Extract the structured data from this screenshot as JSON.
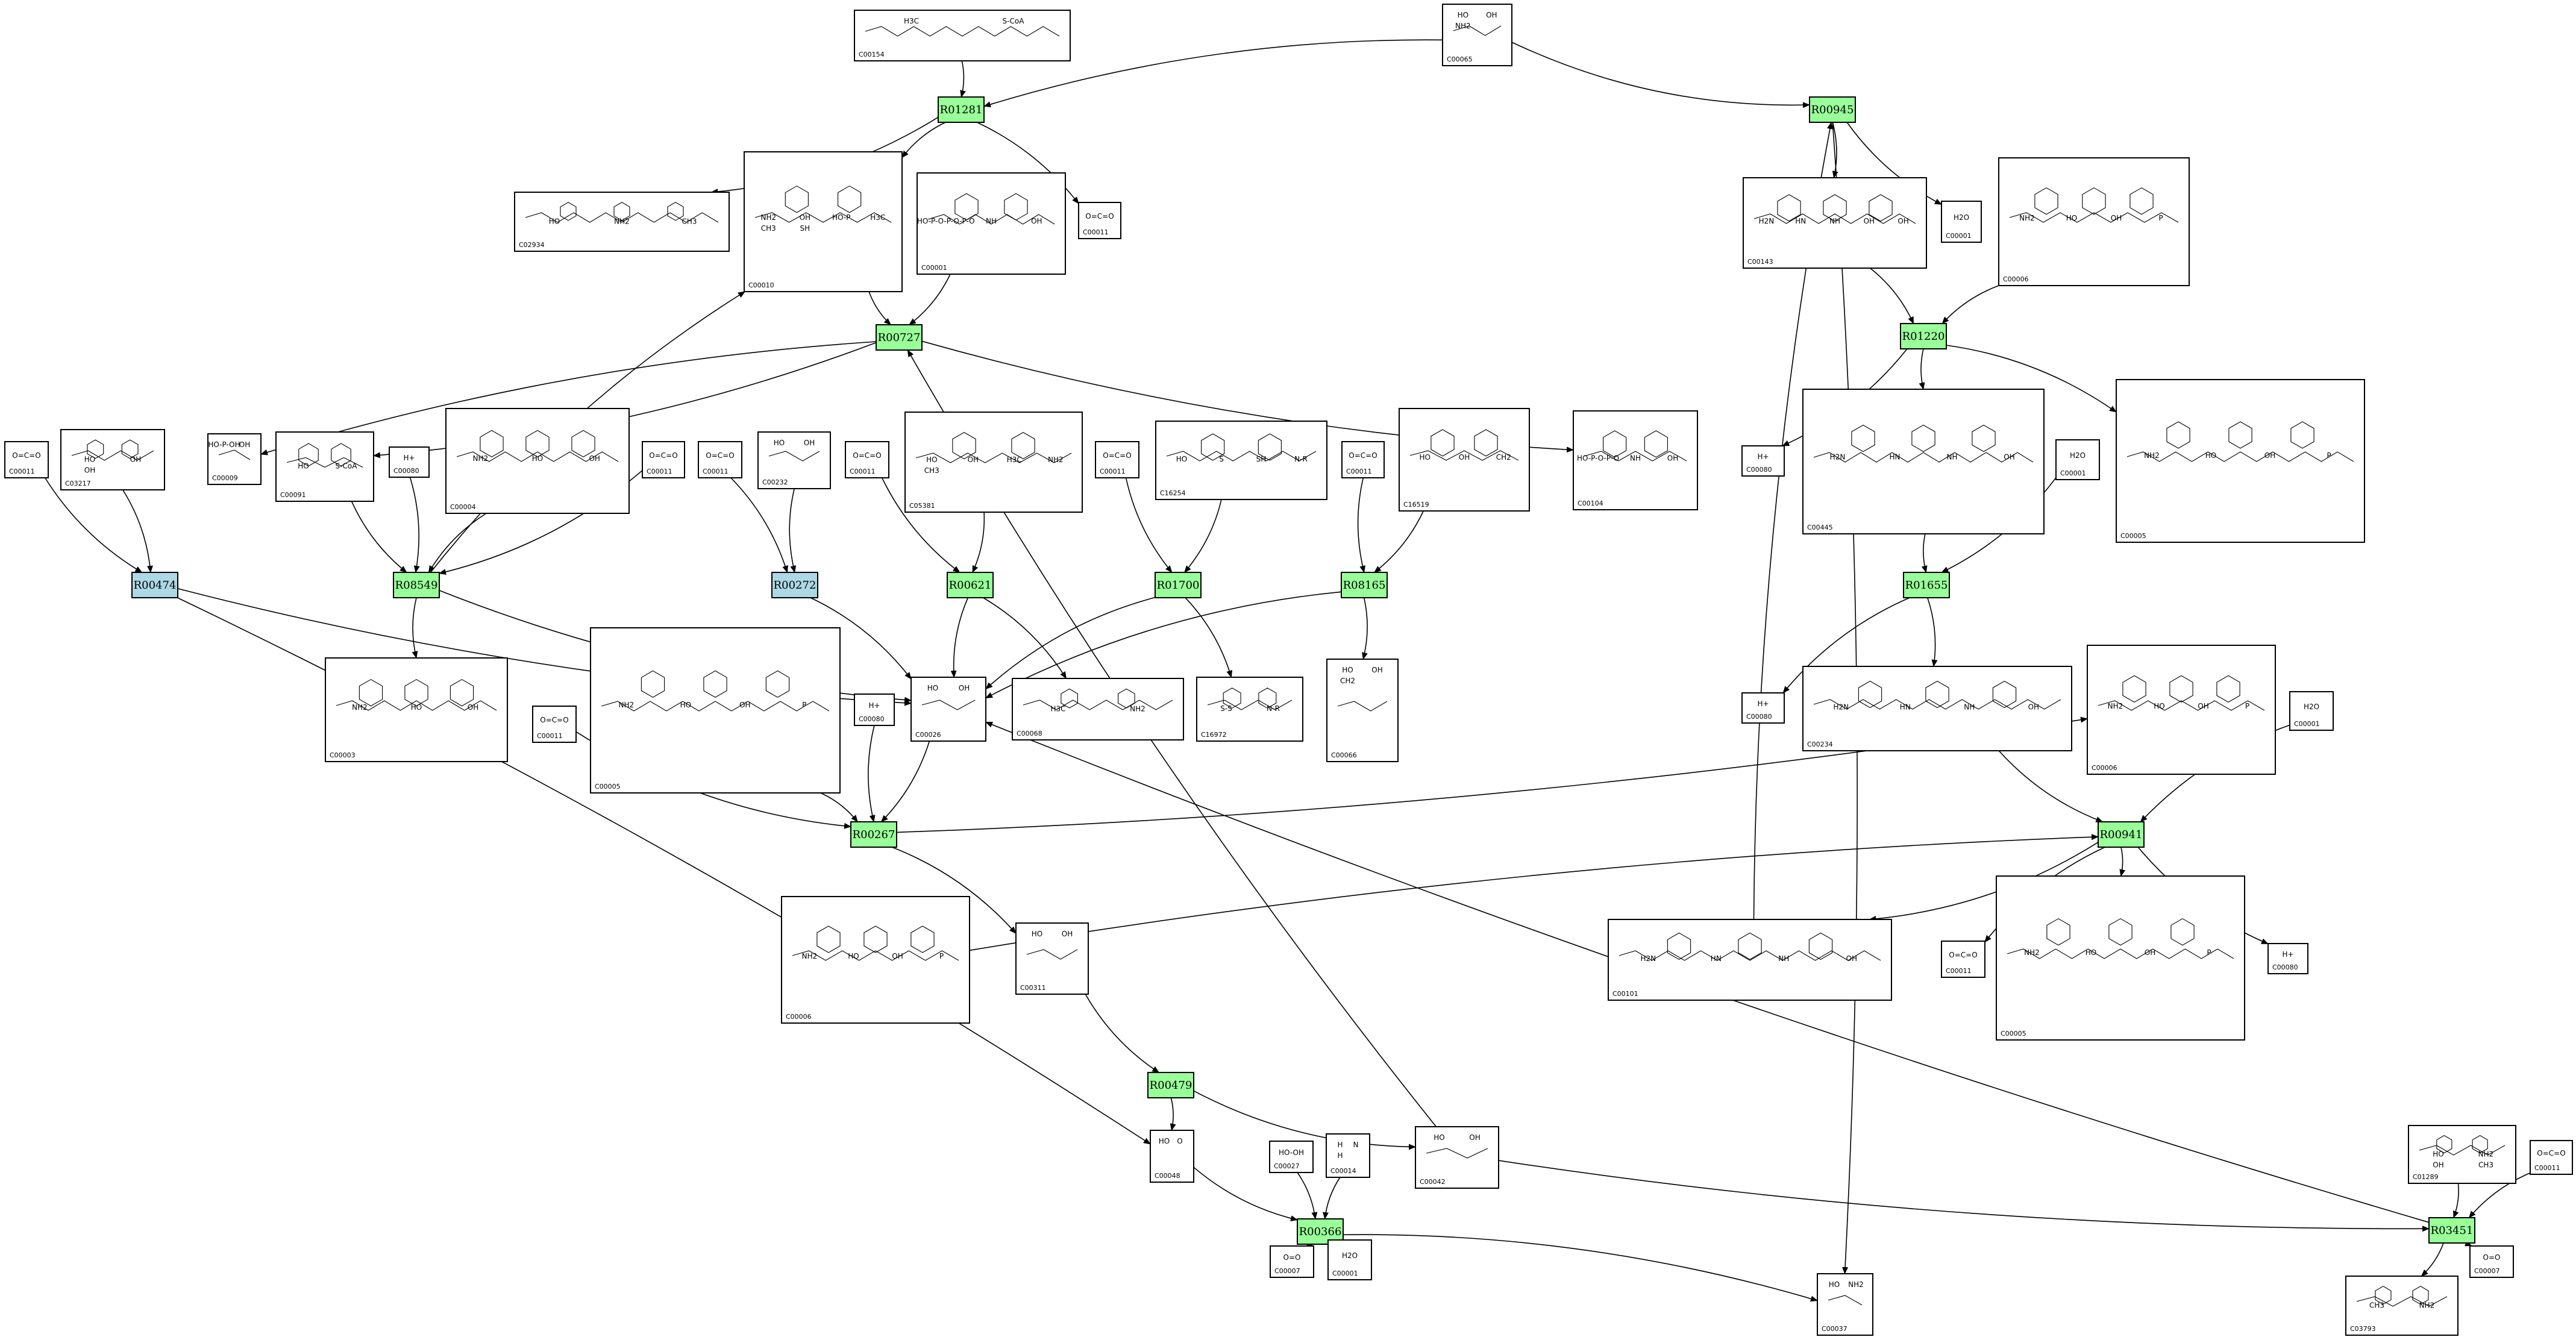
{
  "colors": {
    "reaction_green": "#99ff99",
    "reaction_blue": "#add8e6",
    "compound_border": "#000000",
    "background": "#ffffff"
  },
  "reactions": [
    {
      "id": "R01281",
      "label": "R01281",
      "kind": "green"
    },
    {
      "id": "R00945",
      "label": "R00945",
      "kind": "green"
    },
    {
      "id": "R00727",
      "label": "R00727",
      "kind": "green"
    },
    {
      "id": "R01220",
      "label": "R01220",
      "kind": "green"
    },
    {
      "id": "R00474",
      "label": "R00474",
      "kind": "blue"
    },
    {
      "id": "R08549",
      "label": "R08549",
      "kind": "green"
    },
    {
      "id": "R00272",
      "label": "R00272",
      "kind": "blue"
    },
    {
      "id": "R00621",
      "label": "R00621",
      "kind": "green"
    },
    {
      "id": "R01700",
      "label": "R01700",
      "kind": "green"
    },
    {
      "id": "R08165",
      "label": "R08165",
      "kind": "green"
    },
    {
      "id": "R01655",
      "label": "R01655",
      "kind": "green"
    },
    {
      "id": "R00941",
      "label": "R00941",
      "kind": "green"
    },
    {
      "id": "R00267",
      "label": "R00267",
      "kind": "green"
    },
    {
      "id": "R00479",
      "label": "R00479",
      "kind": "green"
    },
    {
      "id": "R00366",
      "label": "R00366",
      "kind": "green"
    },
    {
      "id": "R03451",
      "label": "R03451",
      "kind": "green"
    }
  ],
  "compounds": [
    {
      "id": "C00154",
      "label": "C00154",
      "text": [
        "H3C",
        "S-CoA"
      ]
    },
    {
      "id": "C00065",
      "label": "C00065",
      "text": [
        "HO",
        "OH",
        "NH2"
      ]
    },
    {
      "id": "C02934",
      "label": "C02934",
      "text": [
        "HO",
        "NH2",
        "CH3"
      ]
    },
    {
      "id": "C00010",
      "label": "C00010",
      "text": [
        "NH2",
        "OH",
        "HO-P",
        "H3C",
        "CH3",
        "SH"
      ]
    },
    {
      "id": "C00001a",
      "label": "C00001",
      "text": [
        "HO-P-O-P-O-P-O",
        "NH",
        "OH"
      ]
    },
    {
      "id": "C00011a",
      "label": "C00011",
      "text": [
        "O=C=O"
      ]
    },
    {
      "id": "C00143",
      "label": "C00143",
      "text": [
        "H2N",
        "HN",
        "NH",
        "OH",
        "OH"
      ]
    },
    {
      "id": "C00001b",
      "label": "C00001",
      "text": [
        "H2O"
      ]
    },
    {
      "id": "C00006a",
      "label": "C00006",
      "text": [
        "NH2",
        "HO",
        "OH",
        "P"
      ]
    },
    {
      "id": "C00011b",
      "label": "C00011",
      "text": [
        "O=C=O"
      ]
    },
    {
      "id": "C03217",
      "label": "C03217",
      "text": [
        "HO",
        "OH",
        "OH"
      ]
    },
    {
      "id": "C00009",
      "label": "C00009",
      "text": [
        "HO-P-OH",
        "OH"
      ]
    },
    {
      "id": "C00091",
      "label": "C00091",
      "text": [
        "HO",
        "S-CoA"
      ]
    },
    {
      "id": "C00080a",
      "label": "C00080",
      "text": [
        "H+"
      ]
    },
    {
      "id": "C00004",
      "label": "C00004",
      "text": [
        "NH2",
        "HO",
        "OH"
      ]
    },
    {
      "id": "C00011c",
      "label": "C00011",
      "text": [
        "O=C=O"
      ]
    },
    {
      "id": "C00011d",
      "label": "C00011",
      "text": [
        "O=C=O"
      ]
    },
    {
      "id": "C00232",
      "label": "C00232",
      "text": [
        "HO",
        "OH"
      ]
    },
    {
      "id": "C00011e",
      "label": "C00011",
      "text": [
        "O=C=O"
      ]
    },
    {
      "id": "C05381",
      "label": "C05381",
      "text": [
        "HO",
        "OH",
        "H3C",
        "NH2",
        "CH3"
      ]
    },
    {
      "id": "C00011f",
      "label": "C00011",
      "text": [
        "O=C=O"
      ]
    },
    {
      "id": "C16254",
      "label": "C16254",
      "text": [
        "HO",
        "S",
        "SH",
        "N-R"
      ]
    },
    {
      "id": "C00011g",
      "label": "C00011",
      "text": [
        "O=C=O"
      ]
    },
    {
      "id": "C16519",
      "label": "C16519",
      "text": [
        "HO",
        "OH",
        "CH2"
      ]
    },
    {
      "id": "C00104",
      "label": "C00104",
      "text": [
        "HO-P-O-P-O",
        "NH",
        "OH"
      ]
    },
    {
      "id": "C00080b",
      "label": "C00080",
      "text": [
        "H+"
      ]
    },
    {
      "id": "C00445",
      "label": "C00445",
      "text": [
        "H2N",
        "HN",
        "NH",
        "OH"
      ]
    },
    {
      "id": "C00001c",
      "label": "C00001",
      "text": [
        "H2O"
      ]
    },
    {
      "id": "C00005a",
      "label": "C00005",
      "text": [
        "NH2",
        "HO",
        "OH",
        "P"
      ]
    },
    {
      "id": "C00003",
      "label": "C00003",
      "text": [
        "NH2",
        "HO",
        "OH"
      ]
    },
    {
      "id": "C00011h",
      "label": "C00011",
      "text": [
        "O=C=O"
      ]
    },
    {
      "id": "C00005b",
      "label": "C00005",
      "text": [
        "NH2",
        "HO",
        "OH",
        "P"
      ]
    },
    {
      "id": "C00080c",
      "label": "C00080",
      "text": [
        "H+"
      ]
    },
    {
      "id": "C00026",
      "label": "C00026",
      "text": [
        "HO",
        "OH"
      ]
    },
    {
      "id": "C00068",
      "label": "C00068",
      "text": [
        "H3C",
        "NH2"
      ]
    },
    {
      "id": "C16972",
      "label": "C16972",
      "text": [
        "S-S",
        "N-R"
      ]
    },
    {
      "id": "C00066",
      "label": "C00066",
      "text": [
        "HO",
        "OH",
        "CH2"
      ]
    },
    {
      "id": "C00080d",
      "label": "C00080",
      "text": [
        "H+"
      ]
    },
    {
      "id": "C00234",
      "label": "C00234",
      "text": [
        "H2N",
        "HN",
        "NH",
        "OH"
      ]
    },
    {
      "id": "C00006b",
      "label": "C00006",
      "text": [
        "NH2",
        "HO",
        "OH",
        "P"
      ]
    },
    {
      "id": "C00001d",
      "label": "C00001",
      "text": [
        "H2O"
      ]
    },
    {
      "id": "C00006c",
      "label": "C00006",
      "text": [
        "NH2",
        "HO",
        "OH",
        "P"
      ]
    },
    {
      "id": "C00311",
      "label": "C00311",
      "text": [
        "HO",
        "OH"
      ]
    },
    {
      "id": "C00101",
      "label": "C00101",
      "text": [
        "H2N",
        "HN",
        "NH",
        "OH"
      ]
    },
    {
      "id": "C00011i",
      "label": "C00011",
      "text": [
        "O=C=O"
      ]
    },
    {
      "id": "C00005c",
      "label": "C00005",
      "text": [
        "NH2",
        "HO",
        "OH",
        "P"
      ]
    },
    {
      "id": "C00080e",
      "label": "C00080",
      "text": [
        "H+"
      ]
    },
    {
      "id": "C00048",
      "label": "C00048",
      "text": [
        "HO",
        "O"
      ]
    },
    {
      "id": "C00027",
      "label": "C00027",
      "text": [
        "HO-OH"
      ]
    },
    {
      "id": "C00014",
      "label": "C00014",
      "text": [
        "H",
        "N",
        "H"
      ]
    },
    {
      "id": "C00042",
      "label": "C00042",
      "text": [
        "HO",
        "OH"
      ]
    },
    {
      "id": "C01289",
      "label": "C01289",
      "text": [
        "HO",
        "NH2",
        "OH",
        "CH3"
      ]
    },
    {
      "id": "C00011j",
      "label": "C00011",
      "text": [
        "O=C=O"
      ]
    },
    {
      "id": "C00007a",
      "label": "C00007",
      "text": [
        "O=O"
      ]
    },
    {
      "id": "C00001e",
      "label": "C00001",
      "text": [
        "H2O"
      ]
    },
    {
      "id": "C00037",
      "label": "C00037",
      "text": [
        "HO",
        "NH2"
      ]
    },
    {
      "id": "C03793",
      "label": "C03793",
      "text": [
        "CH3",
        "NH2"
      ]
    },
    {
      "id": "C00007b",
      "label": "C00007",
      "text": [
        "O=O"
      ]
    }
  ],
  "edges": [
    [
      "C00154",
      "R01281"
    ],
    [
      "C00065",
      "R01281"
    ],
    [
      "R01281",
      "C02934"
    ],
    [
      "R01281",
      "C00010"
    ],
    [
      "R01281",
      "C00011a"
    ],
    [
      "C00065",
      "R00945"
    ],
    [
      "R00945",
      "C00143"
    ],
    [
      "R00945",
      "C00001b"
    ],
    [
      "R00945",
      "C00037"
    ],
    [
      "C00010",
      "R00727"
    ],
    [
      "C00001a",
      "R00727"
    ],
    [
      "R00727",
      "C00009"
    ],
    [
      "R00727",
      "C00091"
    ],
    [
      "R00727",
      "C00104"
    ],
    [
      "C00143",
      "R01220"
    ],
    [
      "C00006a",
      "R01220"
    ],
    [
      "R01220",
      "C00080b"
    ],
    [
      "R01220",
      "C00445"
    ],
    [
      "R01220",
      "C00005a"
    ],
    [
      "C00011b",
      "R00474"
    ],
    [
      "C03217",
      "R00474"
    ],
    [
      "R00474",
      "C00026"
    ],
    [
      "R00474",
      "C00048"
    ],
    [
      "C00091",
      "R08549"
    ],
    [
      "C00080a",
      "R08549"
    ],
    [
      "C00004",
      "R08549"
    ],
    [
      "C00011c",
      "R08549"
    ],
    [
      "R08549",
      "C00003"
    ],
    [
      "R08549",
      "C00010"
    ],
    [
      "R08549",
      "C00026"
    ],
    [
      "C00011d",
      "R00272"
    ],
    [
      "C00232",
      "R00272"
    ],
    [
      "R00272",
      "C00026"
    ],
    [
      "C00011e",
      "R00621"
    ],
    [
      "C05381",
      "R00621"
    ],
    [
      "R00621",
      "C00026"
    ],
    [
      "R00621",
      "C00068"
    ],
    [
      "C00011f",
      "R01700"
    ],
    [
      "C16254",
      "R01700"
    ],
    [
      "R01700",
      "C00026"
    ],
    [
      "R01700",
      "C16972"
    ],
    [
      "C00011g",
      "R08165"
    ],
    [
      "C16519",
      "R08165"
    ],
    [
      "R08165",
      "C00026"
    ],
    [
      "R08165",
      "C00066"
    ],
    [
      "C00445",
      "R01655"
    ],
    [
      "C00001c",
      "R01655"
    ],
    [
      "R01655",
      "C00080d"
    ],
    [
      "R01655",
      "C00234"
    ],
    [
      "C00011h",
      "R00267"
    ],
    [
      "C00005b",
      "R00267"
    ],
    [
      "C00080c",
      "R00267"
    ],
    [
      "C00026",
      "R00267"
    ],
    [
      "R00267",
      "C00006b"
    ],
    [
      "R00267",
      "C00311"
    ],
    [
      "C00234",
      "R00941"
    ],
    [
      "C00006c",
      "R00941"
    ],
    [
      "C00001d",
      "R00941"
    ],
    [
      "R00941",
      "C00101"
    ],
    [
      "R00941",
      "C00011i"
    ],
    [
      "R00941",
      "C00005c"
    ],
    [
      "R00941",
      "C00080e"
    ],
    [
      "C00101",
      "R00945"
    ],
    [
      "C00311",
      "R00479"
    ],
    [
      "R00479",
      "C00048"
    ],
    [
      "R00479",
      "C00042"
    ],
    [
      "C00042",
      "R00727"
    ],
    [
      "C00048",
      "R00366"
    ],
    [
      "C00027",
      "R00366"
    ],
    [
      "C00014",
      "R00366"
    ],
    [
      "R00366",
      "C00007a"
    ],
    [
      "R00366",
      "C00001e"
    ],
    [
      "R00366",
      "C00037"
    ],
    [
      "C00042",
      "R03451"
    ],
    [
      "C01289",
      "R03451"
    ],
    [
      "C00011j",
      "R03451"
    ],
    [
      "R03451",
      "C03793"
    ],
    [
      "R03451",
      "C00007b"
    ],
    [
      "R03451",
      "C00026"
    ]
  ]
}
